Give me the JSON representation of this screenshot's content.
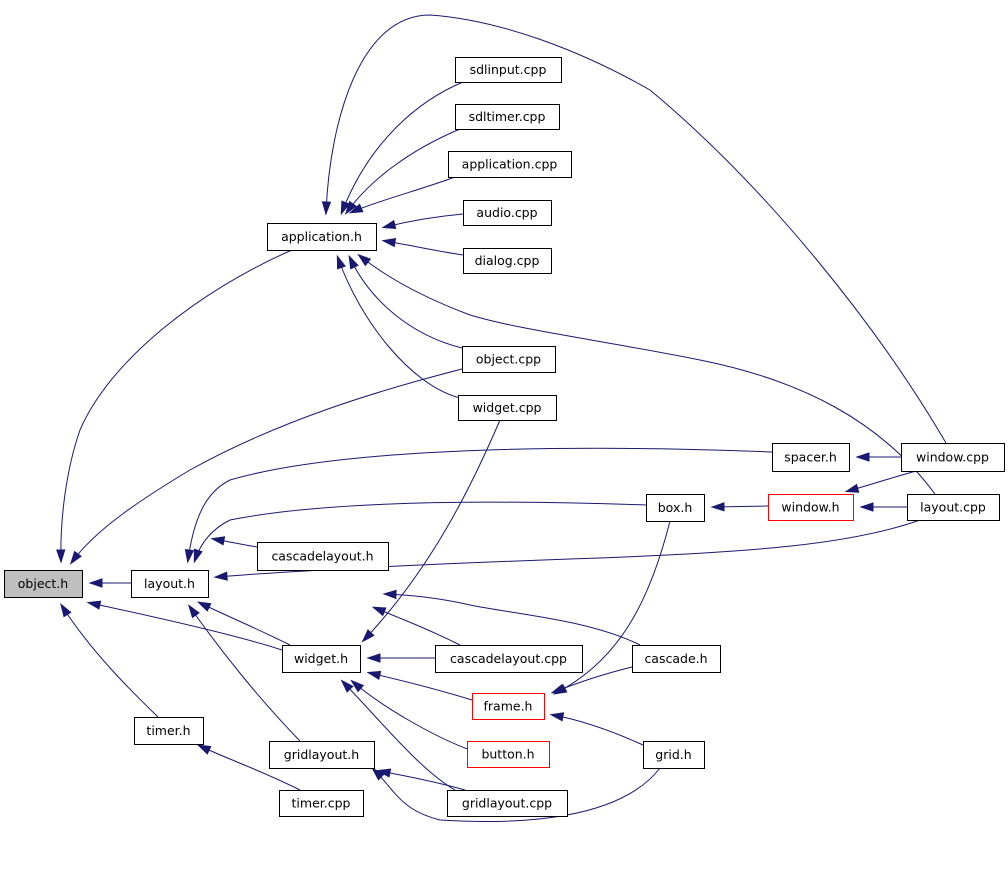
{
  "nodes": [
    {
      "id": "object_h",
      "label": "object.h",
      "highlighted": true,
      "truncated": false
    },
    {
      "id": "layout_h",
      "label": "layout.h",
      "highlighted": false,
      "truncated": false
    },
    {
      "id": "application_h",
      "label": "application.h",
      "highlighted": false,
      "truncated": false
    },
    {
      "id": "sdlinput_cpp",
      "label": "sdlinput.cpp",
      "highlighted": false,
      "truncated": false
    },
    {
      "id": "sdltimer_cpp",
      "label": "sdltimer.cpp",
      "highlighted": false,
      "truncated": false
    },
    {
      "id": "application_cpp",
      "label": "application.cpp",
      "highlighted": false,
      "truncated": false
    },
    {
      "id": "audio_cpp",
      "label": "audio.cpp",
      "highlighted": false,
      "truncated": false
    },
    {
      "id": "dialog_cpp",
      "label": "dialog.cpp",
      "highlighted": false,
      "truncated": false
    },
    {
      "id": "object_cpp",
      "label": "object.cpp",
      "highlighted": false,
      "truncated": false
    },
    {
      "id": "widget_cpp",
      "label": "widget.cpp",
      "highlighted": false,
      "truncated": false
    },
    {
      "id": "spacer_h",
      "label": "spacer.h",
      "highlighted": false,
      "truncated": false
    },
    {
      "id": "window_cpp",
      "label": "window.cpp",
      "highlighted": false,
      "truncated": false
    },
    {
      "id": "box_h",
      "label": "box.h",
      "highlighted": false,
      "truncated": false
    },
    {
      "id": "window_h",
      "label": "window.h",
      "highlighted": false,
      "truncated": true
    },
    {
      "id": "layout_cpp",
      "label": "layout.cpp",
      "highlighted": false,
      "truncated": false
    },
    {
      "id": "cascadelayout_h",
      "label": "cascadelayout.h",
      "highlighted": false,
      "truncated": false
    },
    {
      "id": "widget_h",
      "label": "widget.h",
      "highlighted": false,
      "truncated": false
    },
    {
      "id": "cascadelayout_cpp",
      "label": "cascadelayout.cpp",
      "highlighted": false,
      "truncated": false
    },
    {
      "id": "cascade_h",
      "label": "cascade.h",
      "highlighted": false,
      "truncated": false
    },
    {
      "id": "frame_h",
      "label": "frame.h",
      "highlighted": false,
      "truncated": true
    },
    {
      "id": "timer_h",
      "label": "timer.h",
      "highlighted": false,
      "truncated": false
    },
    {
      "id": "button_h",
      "label": "button.h",
      "highlighted": false,
      "truncated": true
    },
    {
      "id": "gridlayout_h",
      "label": "gridlayout.h",
      "highlighted": false,
      "truncated": false
    },
    {
      "id": "grid_h",
      "label": "grid.h",
      "highlighted": false,
      "truncated": false
    },
    {
      "id": "timer_cpp",
      "label": "timer.cpp",
      "highlighted": false,
      "truncated": false
    },
    {
      "id": "gridlayout_cpp",
      "label": "gridlayout.cpp",
      "highlighted": false,
      "truncated": false
    }
  ],
  "edges": [
    {
      "from": "layout_h",
      "to": "object_h"
    },
    {
      "from": "application_h",
      "to": "object_h"
    },
    {
      "from": "object_cpp",
      "to": "object_h"
    },
    {
      "from": "widget_h",
      "to": "object_h"
    },
    {
      "from": "timer_h",
      "to": "object_h"
    },
    {
      "from": "sdlinput_cpp",
      "to": "application_h"
    },
    {
      "from": "sdltimer_cpp",
      "to": "application_h"
    },
    {
      "from": "application_cpp",
      "to": "application_h"
    },
    {
      "from": "audio_cpp",
      "to": "application_h"
    },
    {
      "from": "dialog_cpp",
      "to": "application_h"
    },
    {
      "from": "object_cpp",
      "to": "application_h"
    },
    {
      "from": "widget_cpp",
      "to": "application_h"
    },
    {
      "from": "window_cpp",
      "to": "application_h"
    },
    {
      "from": "layout_cpp",
      "to": "application_h"
    },
    {
      "from": "spacer_h",
      "to": "layout_h"
    },
    {
      "from": "box_h",
      "to": "layout_h"
    },
    {
      "from": "layout_cpp",
      "to": "layout_h"
    },
    {
      "from": "cascadelayout_h",
      "to": "layout_h"
    },
    {
      "from": "widget_h",
      "to": "layout_h"
    },
    {
      "from": "gridlayout_h",
      "to": "layout_h"
    },
    {
      "from": "window_cpp",
      "to": "spacer_h"
    },
    {
      "from": "window_h",
      "to": "box_h"
    },
    {
      "from": "window_cpp",
      "to": "window_h"
    },
    {
      "from": "layout_cpp",
      "to": "window_h"
    },
    {
      "from": "cascadelayout_cpp",
      "to": "cascadelayout_h"
    },
    {
      "from": "cascade_h",
      "to": "cascadelayout_h"
    },
    {
      "from": "widget_cpp",
      "to": "widget_h"
    },
    {
      "from": "cascadelayout_cpp",
      "to": "widget_h"
    },
    {
      "from": "frame_h",
      "to": "widget_h"
    },
    {
      "from": "button_h",
      "to": "widget_h"
    },
    {
      "from": "gridlayout_cpp",
      "to": "widget_h"
    },
    {
      "from": "box_h",
      "to": "frame_h"
    },
    {
      "from": "cascade_h",
      "to": "frame_h"
    },
    {
      "from": "grid_h",
      "to": "frame_h"
    },
    {
      "from": "timer_cpp",
      "to": "timer_h"
    },
    {
      "from": "gridlayout_cpp",
      "to": "gridlayout_h"
    },
    {
      "from": "grid_h",
      "to": "gridlayout_h"
    }
  ]
}
